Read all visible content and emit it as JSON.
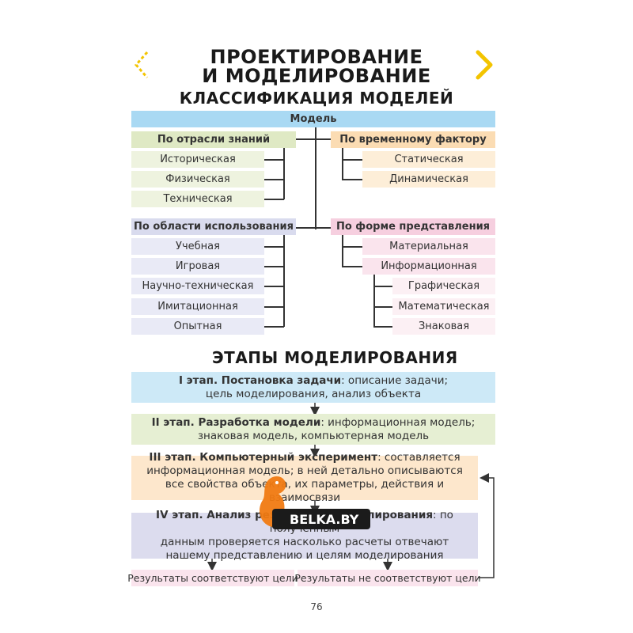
{
  "page": {
    "title_line1": "ПРОЕКТИРОВАНИЕ",
    "title_line2": "И МОДЕЛИРОВАНИЕ",
    "section1_title": "КЛАССИФИКАЦИЯ МОДЕЛЕЙ",
    "section2_title": "ЭТАПЫ МОДЕЛИРОВАНИЯ",
    "page_number": "76",
    "nav_prev_icon": "chevron-left-icon",
    "nav_next_icon": "chevron-right-icon"
  },
  "classification": {
    "root": "Модель",
    "knowledge": {
      "label": "По отрасли знаний",
      "items": [
        "Историческая",
        "Физическая",
        "Техническая"
      ]
    },
    "usage": {
      "label": "По области использования",
      "items": [
        "Учебная",
        "Игровая",
        "Научно-техническая",
        "Имитационная",
        "Опытная"
      ]
    },
    "time": {
      "label": "По временному фактору",
      "items": [
        "Статическая",
        "Динамическая"
      ]
    },
    "form": {
      "label": "По форме представления",
      "items": [
        "Материальная",
        "Информационная"
      ],
      "sub_items": [
        "Графическая",
        "Математическая",
        "Знаковая"
      ]
    }
  },
  "stages": [
    {
      "head": "I этап. Постановка задачи",
      "rest1": ": описание задачи;",
      "line2": "цель моделирования, анализ объекта"
    },
    {
      "head": "II этап. Разработка модели",
      "rest1": ": информационная модель;",
      "line2": "знаковая модель, компьютерная модель"
    },
    {
      "head": "III этап. Компьютерный эксперимент",
      "rest1": ": составляется",
      "line2": "информационная модель; в ней детально описываются",
      "line3": "все свойства объекта, их параметры, действия и взаимосвязи"
    },
    {
      "head": "IV этап. Анализ результатов моделирования",
      "rest1": ": по полученным",
      "line2": "данным проверяется насколько расчеты отвечают",
      "line3": "нашему представлению и целям моделирования"
    }
  ],
  "results": {
    "match": "Результаты соответствуют цели",
    "mismatch": "Результаты не соответствуют цели"
  },
  "watermark": {
    "text": "BELKA.BY",
    "icon": "squirrel-logo-icon"
  },
  "colors": {
    "root": "#a9d9f3",
    "knowledge_header": "#dfe9c4",
    "knowledge_item": "#eef3df",
    "usage_header": "#d9dbee",
    "usage_item": "#e9eaf6",
    "time_header": "#fbdcb3",
    "time_item": "#fdeed8",
    "form_header": "#f6cfdf",
    "form_item": "#fae4ed",
    "form_sub": "#fcf0f4",
    "stage1": "#cde9f7",
    "stage2": "#e6efd3",
    "stage3": "#fde7cc",
    "stage4": "#dcdcee",
    "result": "#fae4ed",
    "accent_yellow": "#f3c400"
  }
}
